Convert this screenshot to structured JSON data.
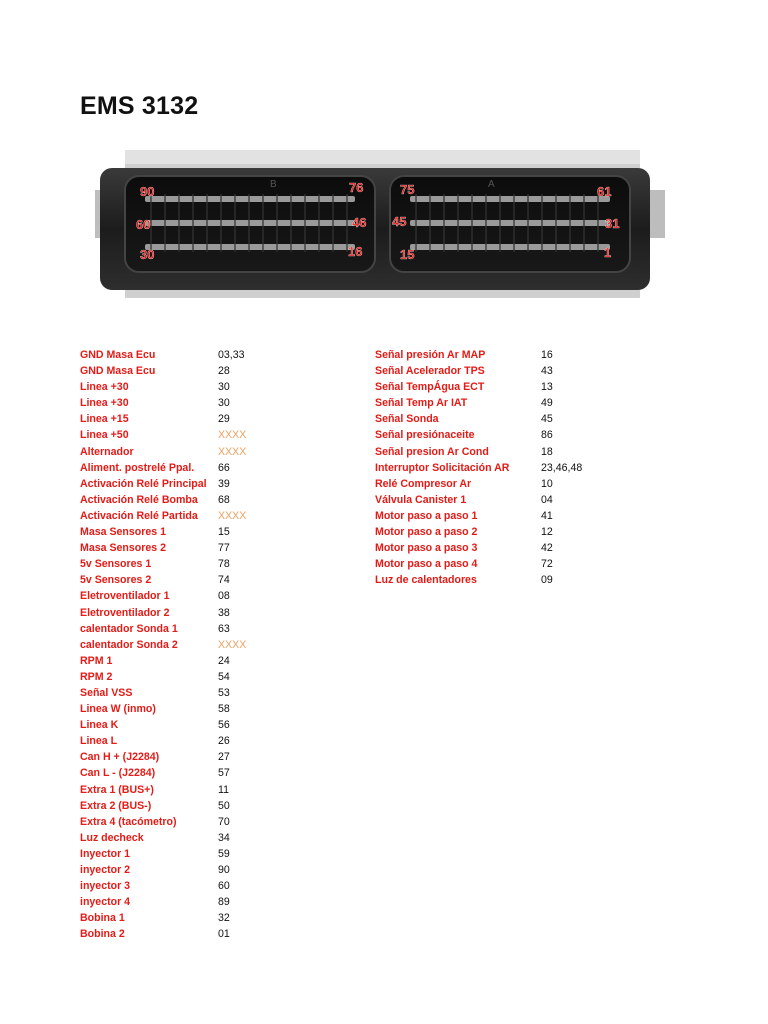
{
  "title": "EMS 3132",
  "connector": {
    "left_block": {
      "top_left": "90",
      "top_right": "76",
      "mid_left": "60",
      "mid_right": "46",
      "bottom_left": "30",
      "bottom_right": "16"
    },
    "right_block": {
      "top_left": "75",
      "top_right": "61",
      "mid_left": "45",
      "mid_right": "31",
      "bottom_left": "15",
      "bottom_right": "1"
    },
    "block_letters": [
      "B",
      "A"
    ],
    "pin_label_color": "#e41b17"
  },
  "left_pins": [
    {
      "label": "GND Masa  Ecu",
      "value": "03,33"
    },
    {
      "label": "GND Masa  Ecu",
      "value": "28"
    },
    {
      "label": "Linea +30",
      "value": "30"
    },
    {
      "label": "Linea +30",
      "value": "30"
    },
    {
      "label": "Linea +15",
      "value": "29"
    },
    {
      "label": "Linea +50",
      "value": "XXXX"
    },
    {
      "label": "Alternador",
      "value": "XXXX"
    },
    {
      "label": "Aliment. postrelé Ppal.",
      "value": "66"
    },
    {
      "label": "Activación Relé Principal",
      "value": "39"
    },
    {
      "label": "Activación Relé Bomba",
      "value": "68"
    },
    {
      "label": "Activación Relé Partida",
      "value": "XXXX"
    },
    {
      "label": "Masa Sensores 1",
      "value": "15"
    },
    {
      "label": "Masa Sensores 2",
      "value": "77"
    },
    {
      "label": "5v Sensores 1",
      "value": "78"
    },
    {
      "label": "5v Sensores 2",
      "value": "74"
    },
    {
      "label": "Eletroventilador 1",
      "value": "08"
    },
    {
      "label": "Eletroventilador 2",
      "value": "38"
    },
    {
      "label": "calentador Sonda 1",
      "value": "63"
    },
    {
      "label": "calentador Sonda 2",
      "value": "XXXX"
    },
    {
      "label": "RPM 1",
      "value": "24"
    },
    {
      "label": "RPM 2",
      "value": "54"
    },
    {
      "label": "Señal VSS",
      "value": "53"
    },
    {
      "label": "Linea W (inmo)",
      "value": "58"
    },
    {
      "label": "Linea K",
      "value": "56"
    },
    {
      "label": "Linea L",
      "value": "26"
    },
    {
      "label": "Can H + (J2284)",
      "value": "27"
    },
    {
      "label": "Can L - (J2284)",
      "value": "57"
    },
    {
      "label": "Extra 1 (BUS+)",
      "value": "11"
    },
    {
      "label": "Extra 2 (BUS-)",
      "value": "50"
    },
    {
      "label": "Extra 4 (tacómetro)",
      "value": "70"
    },
    {
      "label": "Luz decheck",
      "value": "34"
    },
    {
      "label": "Inyector  1",
      "value": "59"
    },
    {
      "label": "inyector 2",
      "value": "90"
    },
    {
      "label": "inyector 3",
      "value": "60"
    },
    {
      "label": "inyector 4",
      "value": "89"
    },
    {
      "label": "Bobina 1",
      "value": "32"
    },
    {
      "label": "Bobina 2",
      "value": "01"
    }
  ],
  "right_pins": [
    {
      "label": "Señal presión Ar MAP",
      "value": "16"
    },
    {
      "label": "Señal Acelerador TPS",
      "value": "43"
    },
    {
      "label": "Señal TempÁgua ECT",
      "value": "13"
    },
    {
      "label": "Señal Temp Ar IAT",
      "value": "49"
    },
    {
      "label": "Señal Sonda",
      "value": "45"
    },
    {
      "label": "Señal presiónaceite",
      "value": "86"
    },
    {
      "label": "Señal presion Ar Cond",
      "value": "18"
    },
    {
      "label": "Interruptor Solicitación AR",
      "value": "23,46,48"
    },
    {
      "label": "Relé Compresor Ar",
      "value": "10"
    },
    {
      "label": "Válvula Canister 1",
      "value": "04"
    },
    {
      "label": "Motor paso a paso 1",
      "value": "41"
    },
    {
      "label": "Motor paso a paso 2",
      "value": "12"
    },
    {
      "label": "Motor paso a paso 3",
      "value": "42"
    },
    {
      "label": "Motor paso a paso 4",
      "value": "72"
    },
    {
      "label": "Luz de calentadores",
      "value": "09"
    }
  ]
}
